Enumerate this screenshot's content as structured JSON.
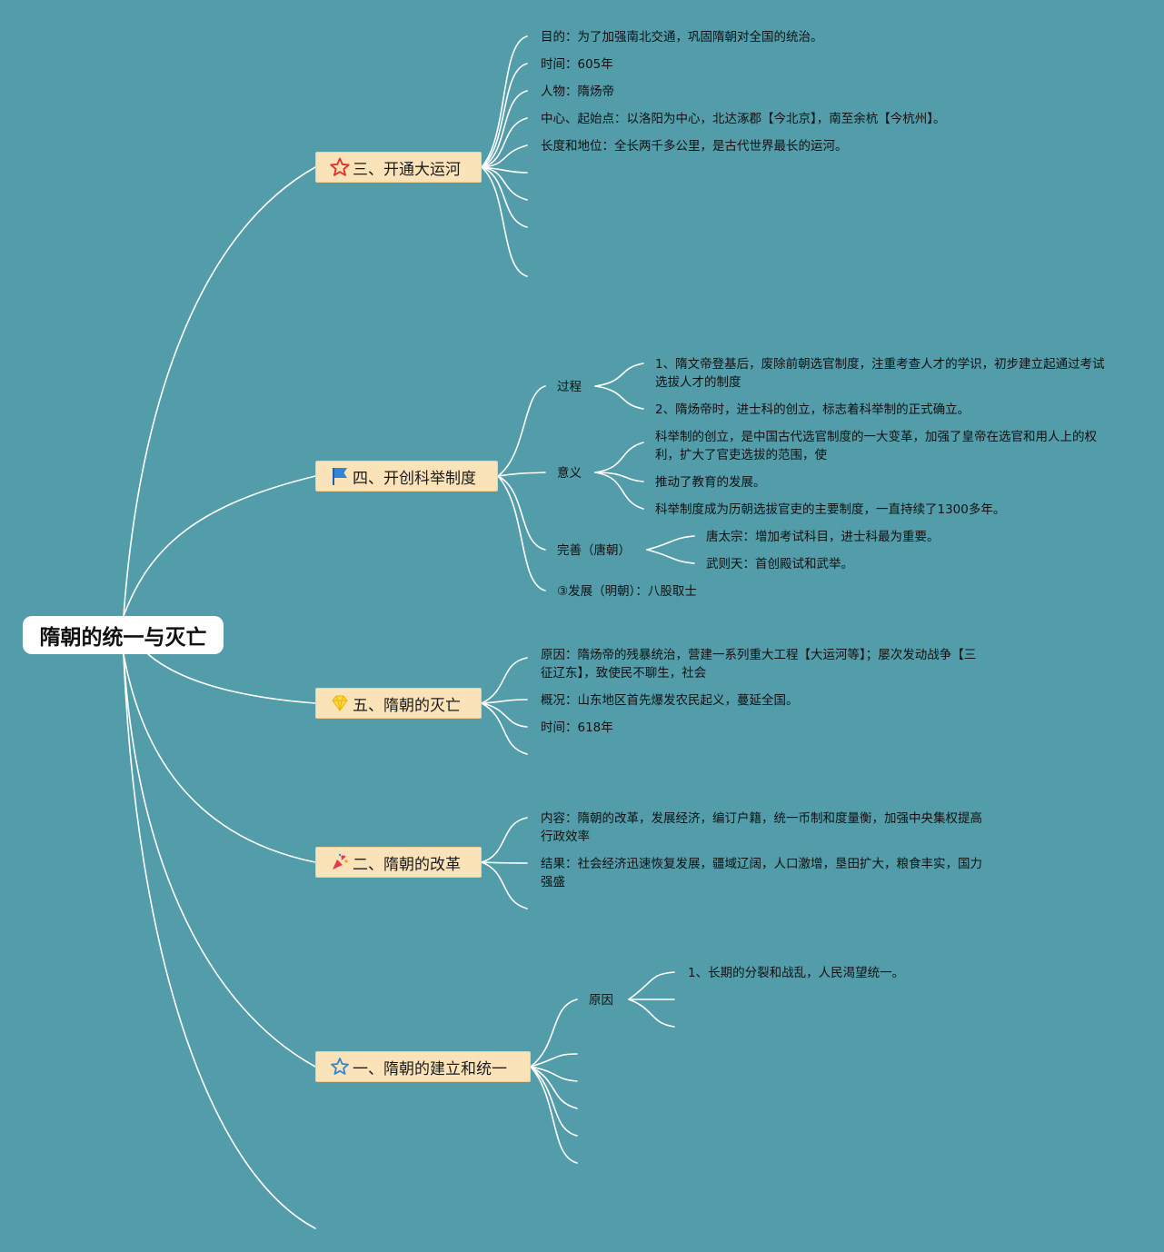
{
  "root": {
    "title": "隋朝的统一与灭亡"
  },
  "colors": {
    "background": "#539ca9",
    "branch_fill": "#fbe3b9",
    "line": "#ffffff"
  },
  "branches": {
    "canal": {
      "title": "三、开通大运河",
      "icon": "star-outline-red-icon",
      "items": [
        "目的：为了加强南北交通，巩固隋朝对全国的统治。",
        "时间：605年",
        "人物：隋炀帝",
        "中心、起始点：以洛阳为中心，北达涿郡【今北京】，南至余杭【今杭州】。",
        "长度和地位：全长两千多公里，是古代世界最长的运河。"
      ]
    },
    "exam": {
      "title": "四、开创科举制度",
      "icon": "blue-flag-icon",
      "process": {
        "label": "过程",
        "items": [
          "1、隋文帝登基后，废除前朝选官制度，注重考查人才的学识，初步建立起通过考试选拔人才的制度",
          "2、隋炀帝时，进士科的创立，标志着科举制的正式确立。"
        ]
      },
      "meaning": {
        "label": "意义",
        "items": [
          "科举制的创立，是中国古代选官制度的一大变革，加强了皇帝在选官和用人上的权利，扩大了官吏选拔的范围，使",
          "推动了教育的发展。",
          "科举制度成为历朝选拔官吏的主要制度，一直持续了1300多年。"
        ]
      },
      "perfect": {
        "label": "完善（唐朝）",
        "items": [
          "唐太宗：增加考试科目，进士科最为重要。",
          "武则天：首创殿试和武举。"
        ]
      },
      "develop": "③发展（明朝）：八股取士"
    },
    "fall": {
      "title": "五、隋朝的灭亡",
      "icon": "yellow-gem-icon",
      "items": [
        "原因：隋炀帝的残暴统治，营建一系列重大工程【大运河等】；屡次发动战争【三征辽东】，致使民不聊生，社会",
        "概况：山东地区首先爆发农民起义，蔓延全国。",
        "时间：618年"
      ]
    },
    "reform": {
      "title": "二、隋朝的改革",
      "icon": "party-popper-icon",
      "items": [
        "内容：隋朝的改革，发展经济，编订户籍，统一币制和度量衡，加强中央集权提高行政效率",
        "结果：社会经济迅速恢复发展，疆域辽阔，人口激增，垦田扩大，粮食丰实，国力强盛"
      ]
    },
    "found": {
      "title": "一、隋朝的建立和统一",
      "icon": "star-outline-blue-icon",
      "reason": {
        "label": "原因",
        "items": [
          "1、长期的分裂和战乱，人民渴望统一。"
        ]
      }
    }
  }
}
